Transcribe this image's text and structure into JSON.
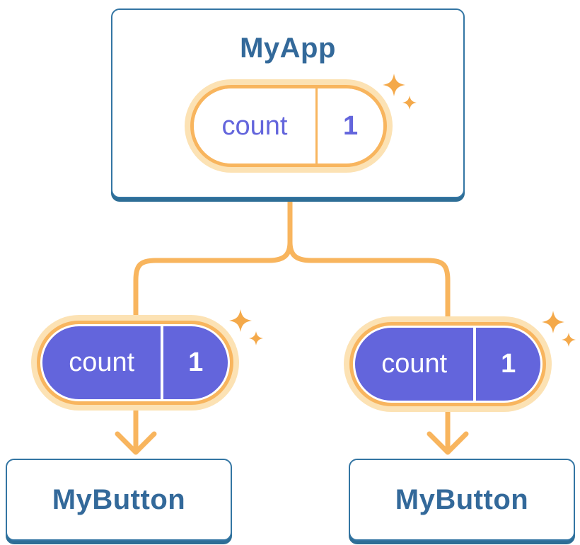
{
  "diagram": {
    "root": {
      "title": "MyApp",
      "state": {
        "label": "count",
        "value": "1"
      }
    },
    "children": [
      {
        "title": "MyButton",
        "prop": {
          "label": "count",
          "value": "1"
        }
      },
      {
        "title": "MyButton",
        "prop": {
          "label": "count",
          "value": "1"
        }
      }
    ]
  },
  "icons": {
    "sparkle": "four-point-star",
    "arrow": "chevron-down-arrowhead"
  },
  "colors": {
    "orange": "#F8B55E",
    "cream": "#FCE2B4",
    "purple": "#6365DC",
    "sparkle": "#F4A94A",
    "card_border": "#3375A3",
    "card_shadow": "#2E6E96",
    "title_blue": "#33699A",
    "white": "#FFFFFF"
  }
}
